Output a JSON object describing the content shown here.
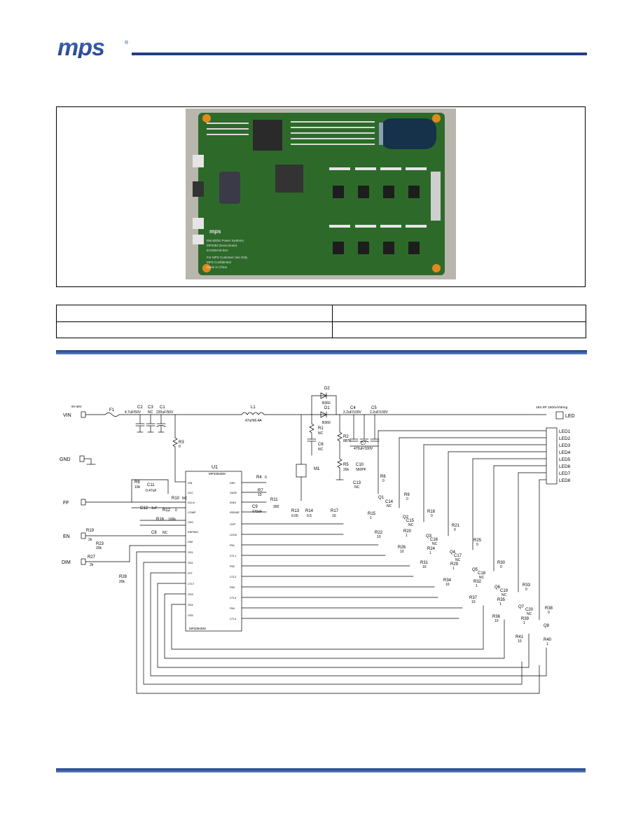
{
  "header": {
    "logo_text": "mps",
    "logo_mark": "®",
    "accent_color": "#1f3f86"
  },
  "photo": {
    "board_silkscreen": [
      "Monolithic Power Systems",
      "MP3394 Demo Board",
      "EV3394-M-00A",
      "For MPS Customer Use Only",
      "MPS Confidential",
      "Made in China"
    ],
    "board_logo": "mps",
    "board_color": "#2d6a2a"
  },
  "info_table": {
    "rows": [
      [
        "",
        ""
      ],
      [
        "",
        ""
      ]
    ]
  },
  "schematic": {
    "connectors": {
      "vin": "VIN",
      "vin_note": "9V-36V",
      "gnd": "GND",
      "ff": "FF",
      "en": "EN",
      "dim": "DIM",
      "led": "LED",
      "led_note": "16S 8P 150mA/string",
      "leds": [
        "LED1",
        "LED2",
        "LED3",
        "LED4",
        "LED5",
        "LED6",
        "LED7",
        "LED8"
      ]
    },
    "components": {
      "f1": "F1",
      "c2": "C2",
      "c2v": "4.7uF/50V",
      "c3": "C3",
      "c3v": "NC",
      "c1": "C1",
      "c1v": "220uF/50V",
      "l1": "L1",
      "l1v": "47uH/6.4A",
      "d2": "D2",
      "d2v": "B360",
      "d1": "D1",
      "d1v": "B360",
      "c4": "C4",
      "c4v": "2.2uF/100V",
      "c5": "C5",
      "c5v": "2.2uF/100V",
      "c7": "C7",
      "c7v": "470uF/100V",
      "r1": "R1",
      "r1v": "NC",
      "c6": "C6",
      "c6v": "NC",
      "r2": "R2",
      "r2v": "887k",
      "r5": "R5",
      "r5v": "20k",
      "c10": "C10",
      "c10v": "560PF",
      "r3": "R3",
      "r3v": "0",
      "m1": "M1",
      "r4": "R4",
      "r4v": "0",
      "r7": "R7",
      "r7v": "10",
      "r11": "R11",
      "r11v": "300",
      "c9": "C9",
      "c9v": "470nF",
      "r13": "R13",
      "r13v": "0.05",
      "r14": "R14",
      "r14v": "0.5",
      "r17": "R17",
      "r17v": "10",
      "r6": "R6",
      "r6v": "0",
      "c13": "C13",
      "c13v": "NC",
      "q1": "Q1",
      "c14": "C14",
      "c14v": "NC",
      "r15": "R15",
      "r15v": "1",
      "r22": "R22",
      "r22v": "10",
      "r8": "R8",
      "r8v": "10k",
      "c11": "C11",
      "c11v": "0.47uF",
      "r10": "R10",
      "r10v": "NC",
      "c12": "C12",
      "c12v": "1uF",
      "r12": "R12",
      "r12v": "0",
      "r16": "R16",
      "r16v": "100k",
      "c8": "C8",
      "c8v": "NC",
      "r19": "R19",
      "r19v": "2k",
      "r23": "R23",
      "r23v": "20k",
      "r27": "R27",
      "r27v": "2k",
      "r28": "R28",
      "r28v": "20k",
      "u1": "U1",
      "u1_part": "MP3394DM",
      "r9": "R9",
      "r9v": "0",
      "q2": "Q2",
      "c15": "C15",
      "c15v": "NC",
      "r20": "R20",
      "r20v": "1",
      "r26": "R26",
      "r26v": "10",
      "r18": "R18",
      "r18v": "0",
      "q3": "Q3",
      "c16": "C16",
      "c16v": "NC",
      "r24": "R24",
      "r24v": "1",
      "r31": "R31",
      "r31v": "10",
      "r21": "R21",
      "r21v": "0",
      "q4": "Q4",
      "c17": "C17",
      "c17v": "NC",
      "r29": "R29",
      "r29v": "1",
      "r34": "R34",
      "r34v": "10",
      "r25": "R25",
      "r25v": "0",
      "q5": "Q5",
      "c18": "C18",
      "c18v": "NC",
      "r32": "R32",
      "r32v": "1",
      "r37": "R37",
      "r37v": "10",
      "r30": "R30",
      "r30v": "0",
      "q6": "Q6",
      "c19": "C19",
      "c19v": "NC",
      "r35": "R35",
      "r35v": "1",
      "r36": "R36",
      "r36v": "10",
      "r33": "R33",
      "r33v": "0",
      "q7": "Q7",
      "c20": "C20",
      "c20v": "NC",
      "r39": "R39",
      "r39v": "1",
      "r41": "R41",
      "r41v": "10",
      "r38": "R38",
      "r38v": "0",
      "q8": "Q8",
      "r40": "R40",
      "r40v": "1"
    },
    "u1_pins_left": [
      "VIN",
      "VCC",
      "DCLK",
      "COMP",
      "OSC",
      "ENPWM",
      "DIM",
      "OS1",
      "OS2",
      "FFT",
      "CTLT",
      "OS3",
      "OS4",
      "OS5"
    ],
    "u1_pins_right": [
      "DRV",
      "GATE",
      "ISNS",
      "ISENSE",
      "OVP",
      "LDO3",
      "FB1",
      "CTL1",
      "FB2",
      "CTL2",
      "FB3",
      "CTL3",
      "FB4",
      "CTL4"
    ]
  }
}
